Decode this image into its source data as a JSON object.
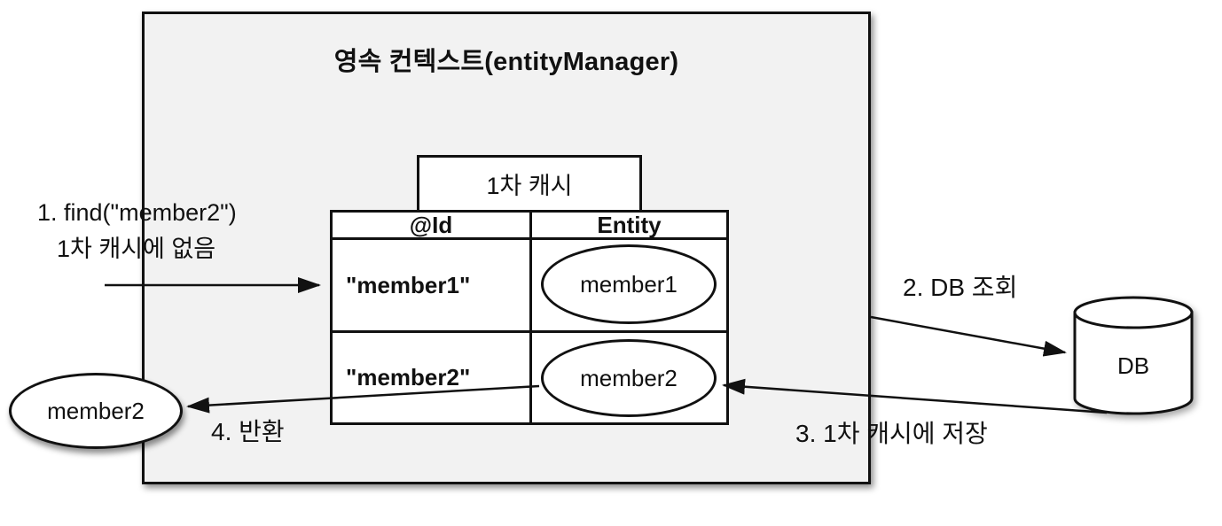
{
  "scene": {
    "context": {
      "title": "영속 컨텍스트(entityManager)"
    },
    "cache": {
      "label": "1차 캐시"
    },
    "table": {
      "headers": [
        "@Id",
        "Entity"
      ],
      "rows": [
        {
          "id_value": "\"member1\"",
          "entity_label": "member1"
        },
        {
          "id_value": "\"member2\"",
          "entity_label": "member2"
        }
      ]
    },
    "steps": {
      "step1_line1": "1. find(\"member2\")",
      "step1_line2": "1차 캐시에 없음",
      "step2": "2. DB 조회",
      "step3": "3. 1차 캐시에 저장",
      "step4": "4. 반환"
    },
    "returned_entity": {
      "label": "member2"
    },
    "database": {
      "label": "DB"
    },
    "colors": {
      "container_fill": "#f2f2f2",
      "stroke": "#111111",
      "shape_fill": "#ffffff"
    }
  }
}
